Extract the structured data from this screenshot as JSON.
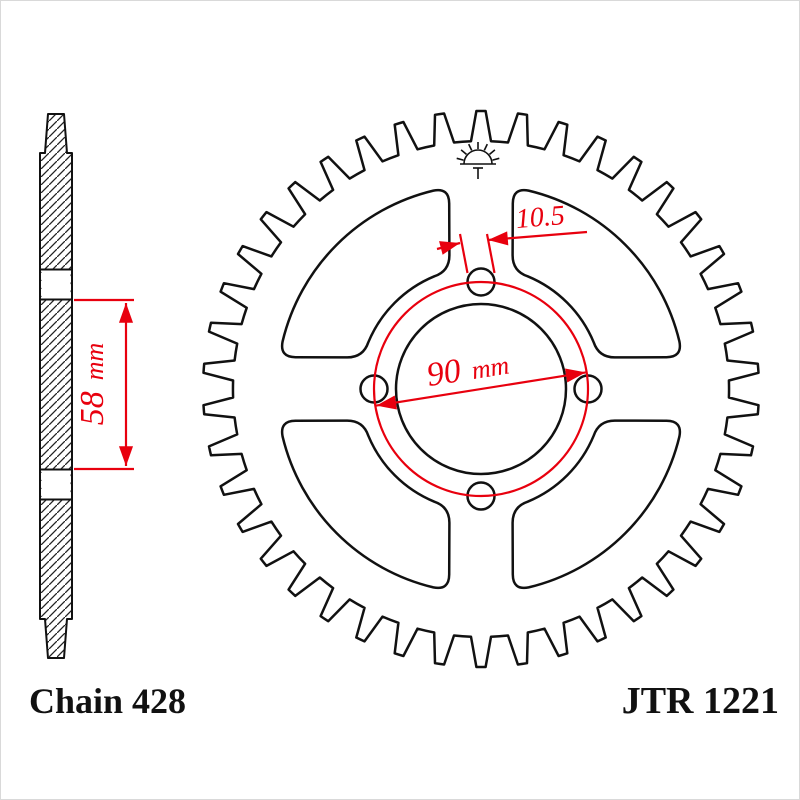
{
  "footer": {
    "chain_label": "Chain 428",
    "model_label": "JTR 1221"
  },
  "dimensions": {
    "bolt_circle_diameter": {
      "value": "90",
      "unit": "mm"
    },
    "bolt_hole_diameter": {
      "value": "10.5"
    },
    "hub_span": {
      "value": "58",
      "unit": "mm"
    }
  },
  "colors": {
    "outline_black": "#111111",
    "dimension_red": "#e8000e",
    "background": "#ffffff"
  },
  "diagram": {
    "type": "rear-sprocket-two-view-technical-drawing",
    "teeth": 42,
    "bolt_holes": 4,
    "lightening_cutouts": 4
  }
}
